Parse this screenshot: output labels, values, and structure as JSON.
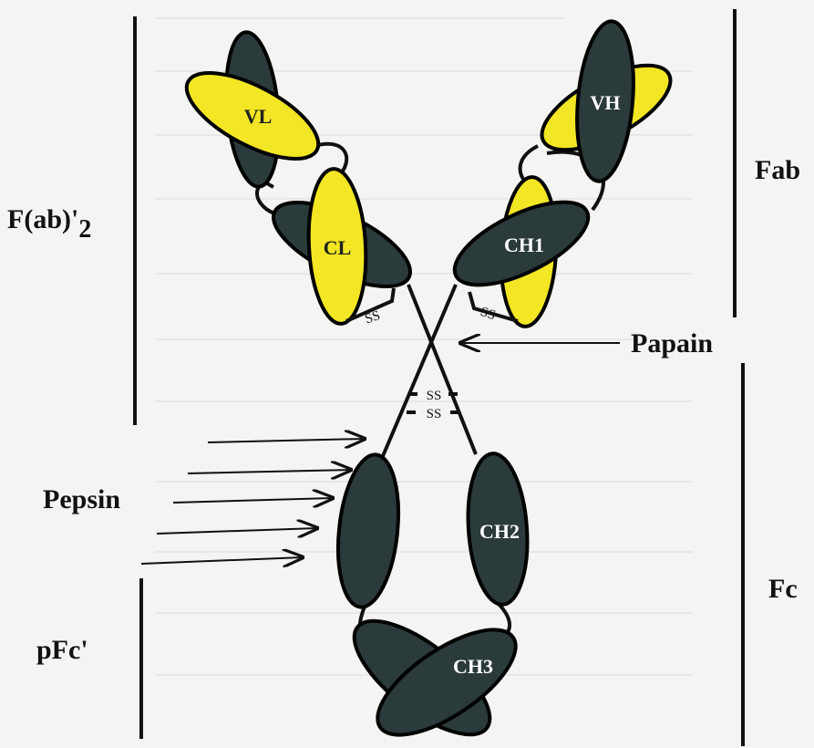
{
  "labels": {
    "fab_region": "F(ab)'",
    "fab_region_subscript": "2",
    "fab": "Fab",
    "fc": "Fc",
    "pfc": "pFc'",
    "papain": "Papain",
    "pepsin": "Pepsin"
  },
  "domains": {
    "vl": "VL",
    "vh": "VH",
    "cl": "CL",
    "ch1": "CH1",
    "ch2": "CH2",
    "ch3": "CH3"
  },
  "disulfide": "SS",
  "colors": {
    "heavy_chain": "#2b3a3a",
    "light_chain": "#f3e624",
    "outline": "#000000",
    "background": "#f4f4f2"
  }
}
